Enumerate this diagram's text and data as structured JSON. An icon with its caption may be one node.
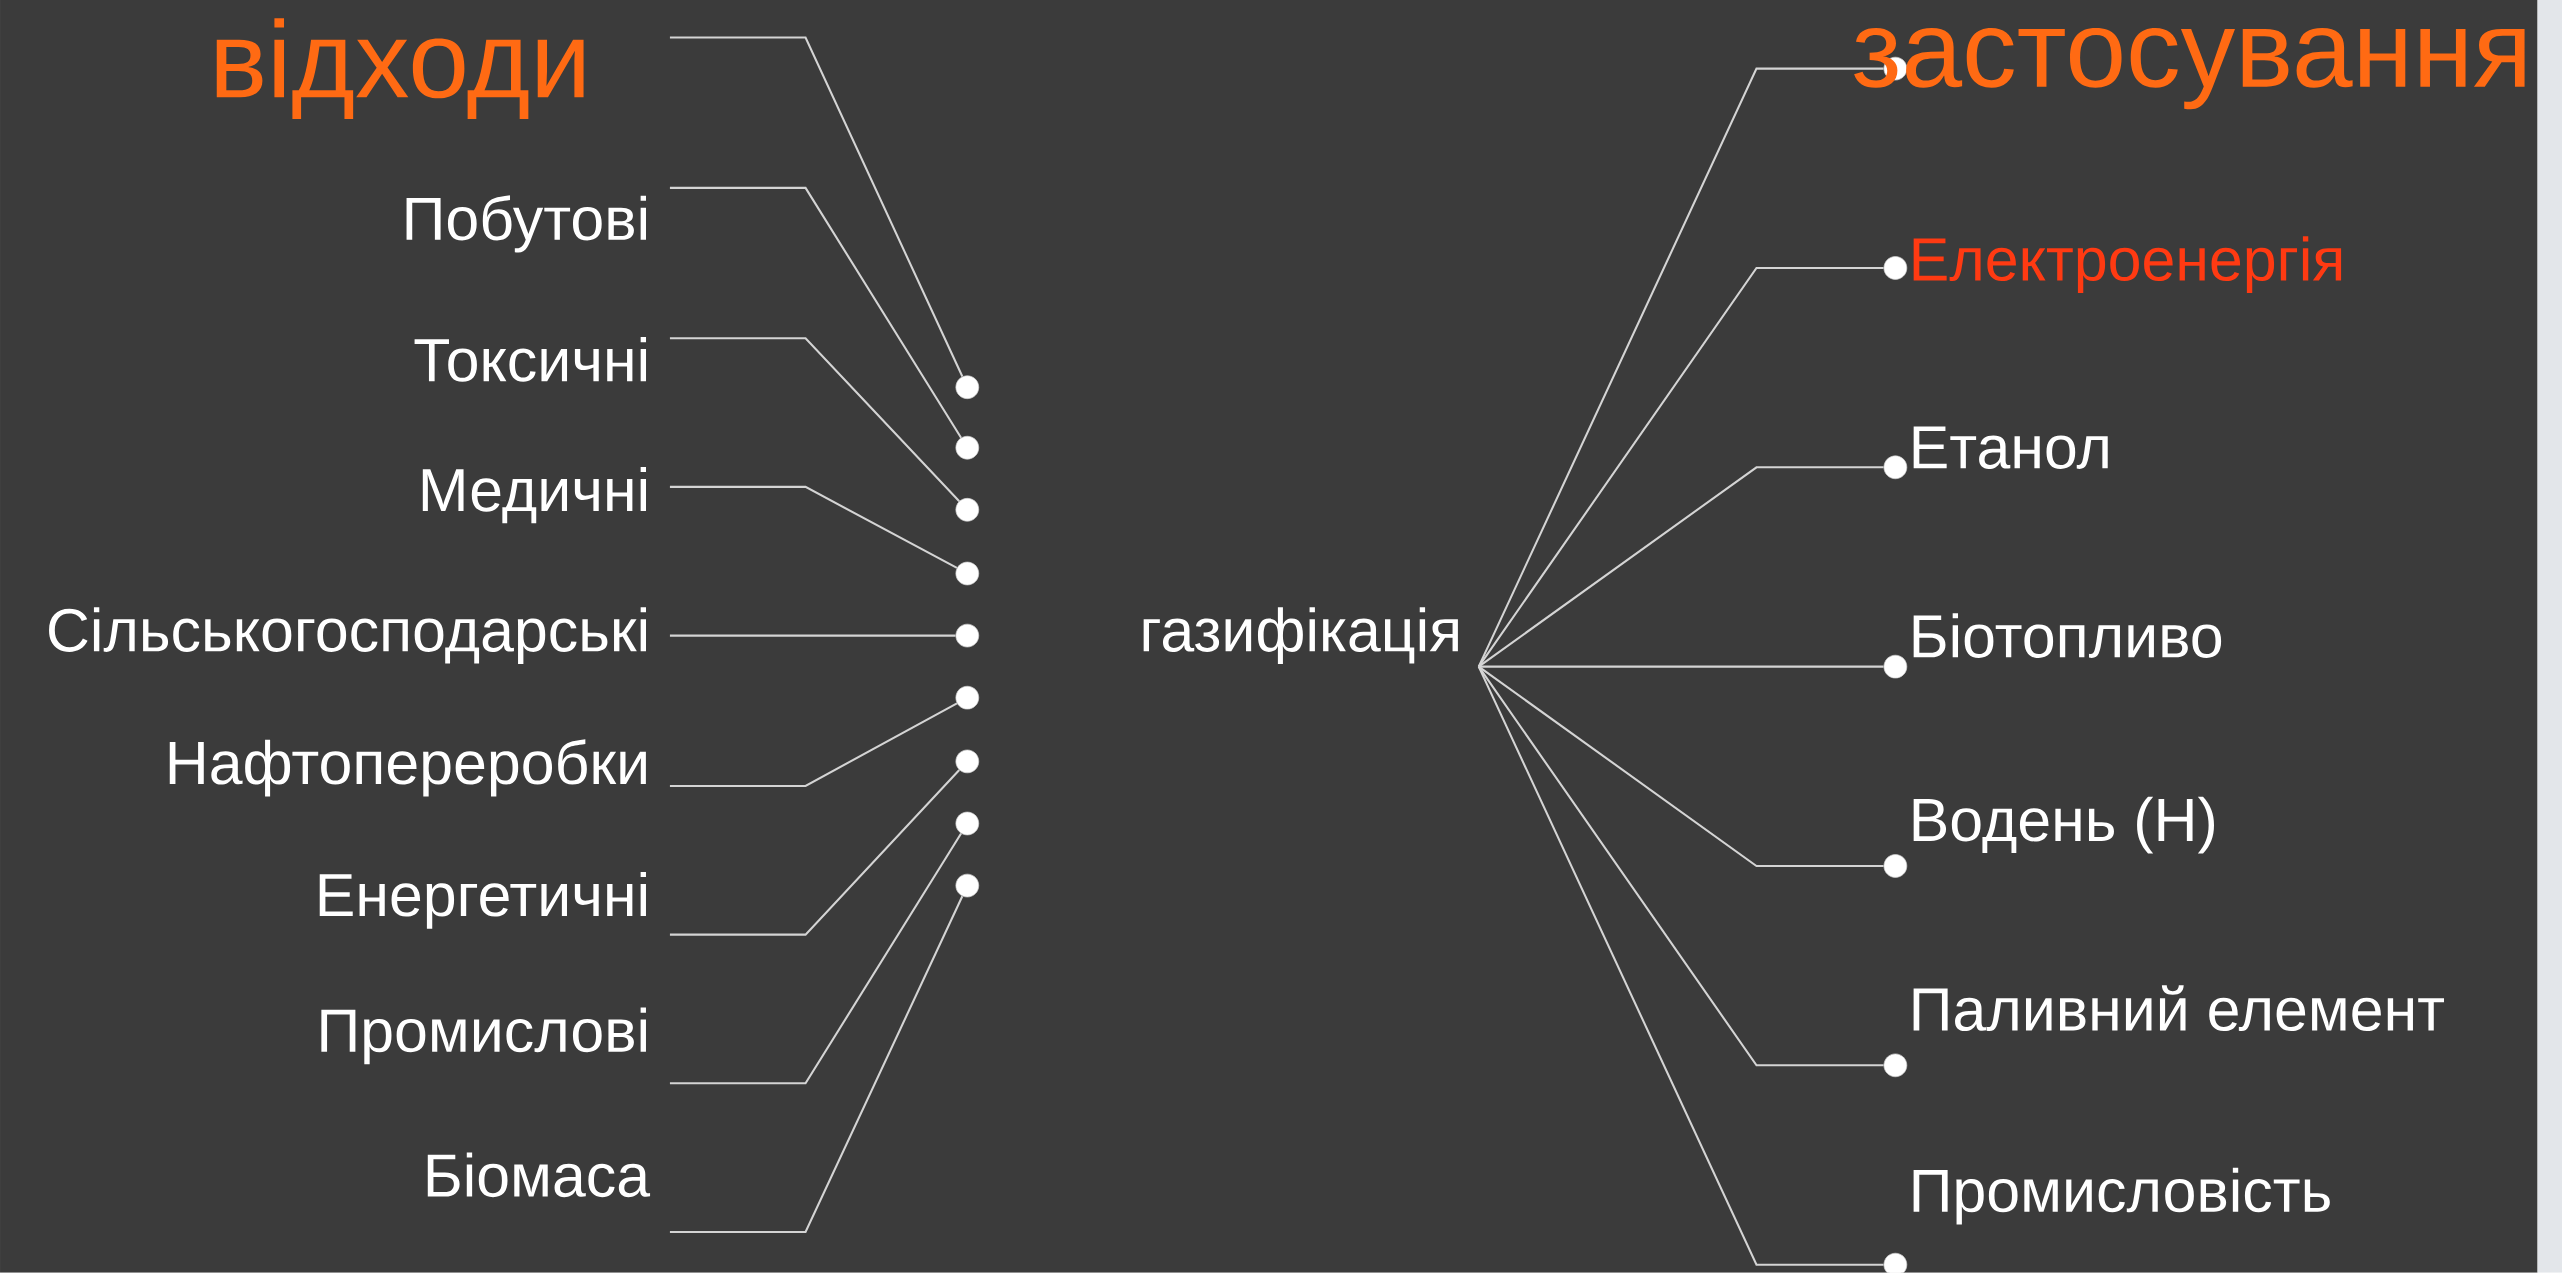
{
  "diagram": {
    "nodes": [
      {
        "text": [
          "відходи"
        ]
      },
      {
        "text": [
          "Побутові"
        ]
      },
      {
        "text": [
          "Токсичні"
        ]
      },
      {
        "text": [
          "Медичні"
        ]
      },
      {
        "text": [
          "Сільськогосподарські"
        ]
      },
      {
        "text": [
          "Нафтопереробки"
        ]
      },
      {
        "text": [
          "Енергетичні"
        ]
      },
      {
        "text": [
          "Промислові"
        ]
      },
      {
        "text": [
          "Біомаса"
        ]
      },
      {
        "text": [],
        "shape": "circle"
      },
      {
        "text": [],
        "shape": "circle"
      },
      {
        "text": [],
        "shape": "circle"
      },
      {
        "text": [],
        "shape": "circle"
      },
      {
        "text": [],
        "shape": "circle"
      },
      {
        "text": [],
        "shape": "circle"
      },
      {
        "text": [],
        "shape": "circle"
      },
      {
        "text": [],
        "shape": "circle"
      },
      {
        "text": [],
        "shape": "circle"
      },
      {
        "text": [
          "газифікація"
        ]
      },
      {
        "text": [],
        "shape": "circle",
        "beside": [
          "застосування"
        ]
      },
      {
        "text": [],
        "shape": "circle",
        "beside": [
          "Електроенергія"
        ]
      },
      {
        "text": [],
        "shape": "circle",
        "beside": [
          "Етанол"
        ]
      },
      {
        "text": [],
        "shape": "circle",
        "beside": [
          "Біотопливо"
        ]
      },
      {
        "text": [],
        "shape": "circle",
        "beside": [
          "Водень (H)"
        ]
      },
      {
        "text": [],
        "shape": "circle",
        "beside": [
          "Паливний елемент"
        ]
      },
      {
        "text": [],
        "shape": "circle",
        "beside": [
          "Промисловість"
        ]
      }
    ],
    "edges": [
      {
        "from": 0,
        "to": 9,
        "arrow": "none"
      },
      {
        "from": 1,
        "to": 10,
        "arrow": "none"
      },
      {
        "from": 2,
        "to": 11,
        "arrow": "none"
      },
      {
        "from": 3,
        "to": 12,
        "arrow": "none"
      },
      {
        "from": 4,
        "to": 13,
        "arrow": "none"
      },
      {
        "from": 5,
        "to": 14,
        "arrow": "none"
      },
      {
        "from": 6,
        "to": 15,
        "arrow": "none"
      },
      {
        "from": 7,
        "to": 16,
        "arrow": "none"
      },
      {
        "from": 8,
        "to": 17,
        "arrow": "none"
      },
      {
        "from": 18,
        "to": 19,
        "arrow": "none"
      },
      {
        "from": 18,
        "to": 20,
        "arrow": "none"
      },
      {
        "from": 18,
        "to": 21,
        "arrow": "none"
      },
      {
        "from": 18,
        "to": 22,
        "arrow": "none"
      },
      {
        "from": 18,
        "to": 23,
        "arrow": "none"
      },
      {
        "from": 18,
        "to": 24,
        "arrow": "none"
      },
      {
        "from": 18,
        "to": 25,
        "arrow": "none"
      }
    ]
  }
}
